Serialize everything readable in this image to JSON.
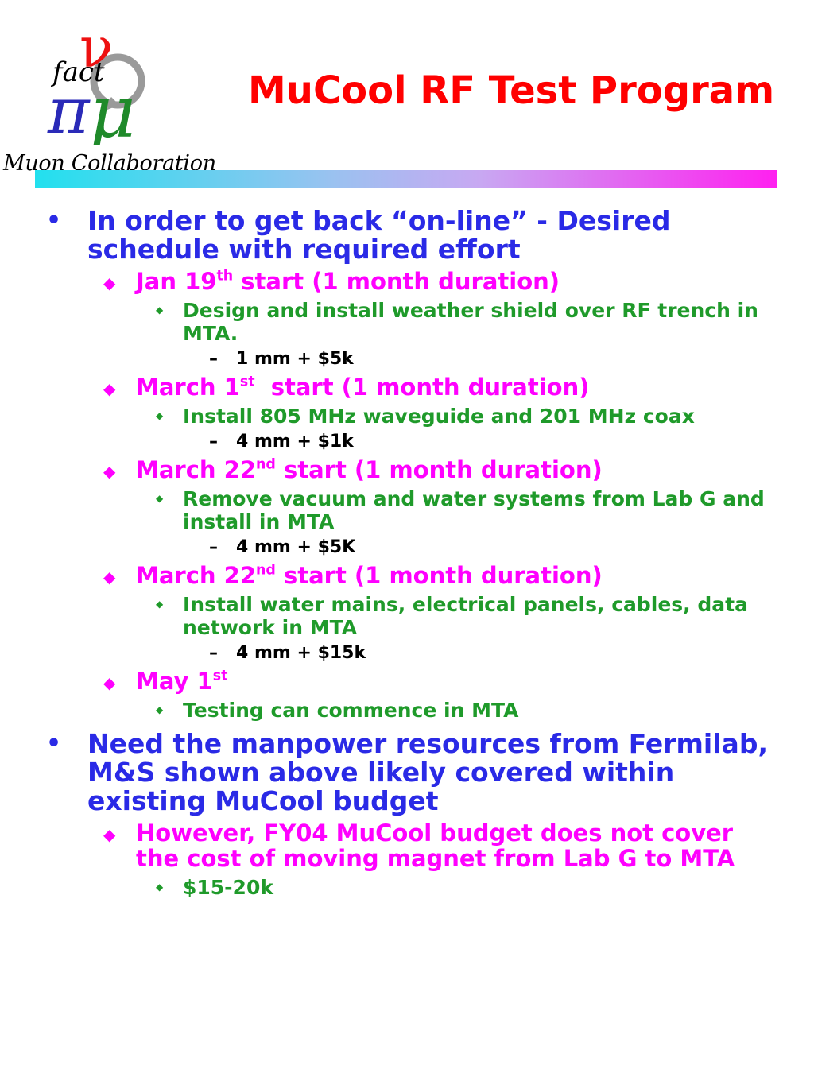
{
  "logo": {
    "text": "Muon Collaboration",
    "greek_nu": "ν",
    "word": "fact",
    "greek_pi": "π",
    "greek_mu": "μ"
  },
  "title": "MuCool RF Test Program",
  "bullets": {
    "b1": {
      "text": "In order to get back “on-line” - Desired schedule with required effort"
    },
    "s1": {
      "pre": "Jan 19",
      "sup": "th",
      "post": " start (1 month duration)"
    },
    "s1a": "Design and install weather shield over RF trench in MTA.",
    "s1a1": "1 mm + $5k",
    "s2": {
      "pre": "March 1",
      "sup": "st",
      "post": "  start (1 month duration)"
    },
    "s2a": "Install 805 MHz waveguide and 201 MHz coax",
    "s2a1": "4 mm + $1k",
    "s3": {
      "pre": "March 22",
      "sup": "nd",
      "post": " start (1 month duration)"
    },
    "s3a": "Remove vacuum and water systems from Lab G and install in MTA",
    "s3a1": "4 mm + $5K",
    "s4": {
      "pre": "March 22",
      "sup": "nd",
      "post": " start (1 month duration)"
    },
    "s4a": "Install water mains, electrical panels, cables, data network in MTA",
    "s4a1": "4 mm + $15k",
    "s5": {
      "pre": "May 1",
      "sup": "st",
      "post": ""
    },
    "s5a": "Testing can commence in MTA",
    "b2": {
      "text": "Need the manpower resources from Fermilab, M&S shown above likely covered within existing MuCool budget"
    },
    "s6": "However, FY04 MuCool budget does not cover the cost of moving magnet from Lab G to MTA",
    "s6a": "$15-20k"
  },
  "colors": {
    "title": "#ff0000",
    "level1": "#2a2ae6",
    "level2": "#ff00ff",
    "level3": "#1f9a2a",
    "level4": "#000000"
  }
}
